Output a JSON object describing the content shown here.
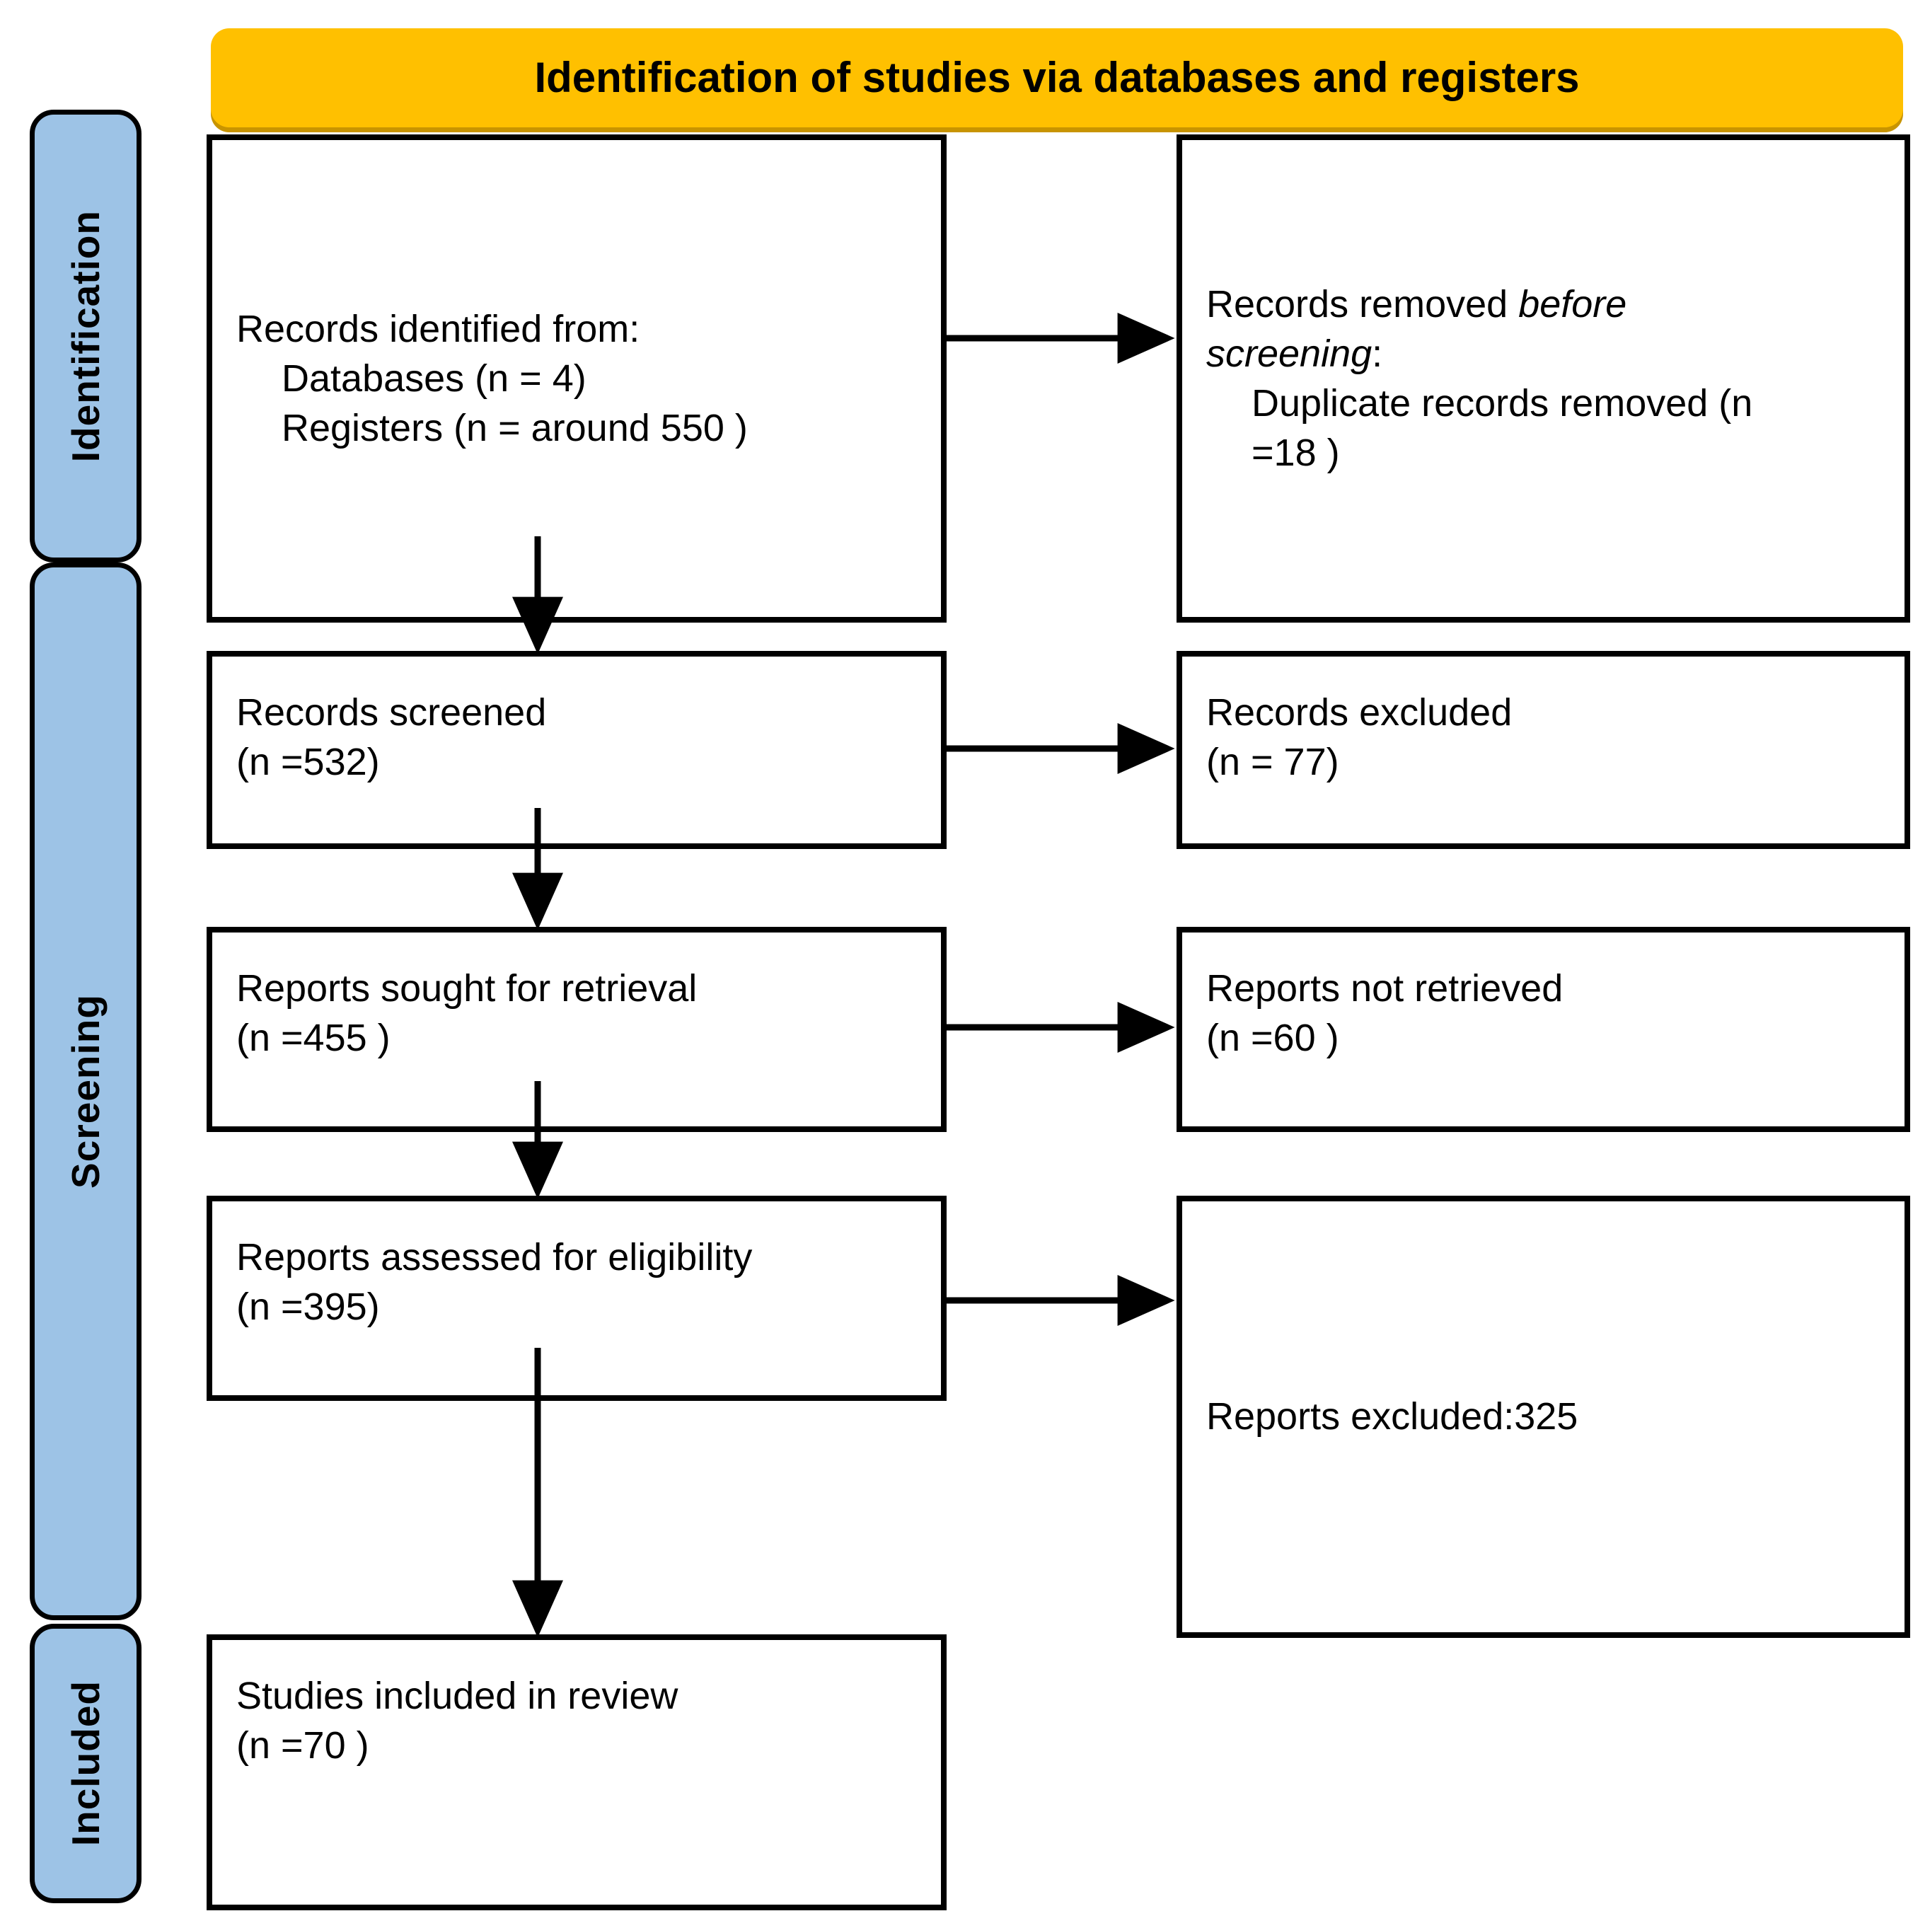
{
  "header": {
    "title": "Identification of studies via databases and registers",
    "background_color": "#FFC000"
  },
  "stages": [
    {
      "id": "identification",
      "label": "Identification"
    },
    {
      "id": "screening",
      "label": "Screening"
    },
    {
      "id": "included",
      "label": "Included"
    }
  ],
  "stage_color": "#9DC3E6",
  "boxes": {
    "identified": {
      "line1": "Records identified from:",
      "line2": "Databases (n = 4)",
      "line3": "Registers (n = around 550 )"
    },
    "removed": {
      "line1_plain": "Records removed ",
      "line1_italic": "before",
      "line2_italic": "screening",
      "line2_plain": ":",
      "line3": "Duplicate records removed (n",
      "line4": "=18 )"
    },
    "screened": {
      "line1": "Records screened",
      "line2": "(n =532)"
    },
    "excluded": {
      "line1": "Records excluded",
      "line2": "(n = 77)"
    },
    "sought": {
      "line1": "Reports sought for retrieval",
      "line2": "(n =455 )"
    },
    "not_retrieved": {
      "line1": "Reports not retrieved",
      "line2": "(n =60 )"
    },
    "assessed": {
      "line1": "Reports assessed for eligibility",
      "line2": "(n =395)"
    },
    "reports_excluded": {
      "line1": "Reports excluded:325"
    },
    "included": {
      "line1": "Studies included in review",
      "line2": "(n =70 )"
    }
  },
  "chart_data": {
    "type": "diagram",
    "title": "Identification of studies via databases and registers",
    "flow": [
      {
        "node": "Records identified from: Databases (n = 4); Registers (n = around 550 )",
        "stage": "Identification",
        "n_databases": 4,
        "n_registers": 550
      },
      {
        "node": "Records removed before screening: Duplicate records removed (n =18 )",
        "stage": "Identification",
        "n": 18
      },
      {
        "node": "Records screened (n =532)",
        "stage": "Screening",
        "n": 532
      },
      {
        "node": "Records excluded (n = 77)",
        "stage": "Screening",
        "n": 77
      },
      {
        "node": "Reports sought for retrieval (n =455 )",
        "stage": "Screening",
        "n": 455
      },
      {
        "node": "Reports not retrieved (n =60 )",
        "stage": "Screening",
        "n": 60
      },
      {
        "node": "Reports assessed for eligibility (n =395)",
        "stage": "Screening",
        "n": 395
      },
      {
        "node": "Reports excluded:325",
        "stage": "Screening",
        "n": 325
      },
      {
        "node": "Studies included in review (n =70 )",
        "stage": "Included",
        "n": 70
      }
    ]
  }
}
